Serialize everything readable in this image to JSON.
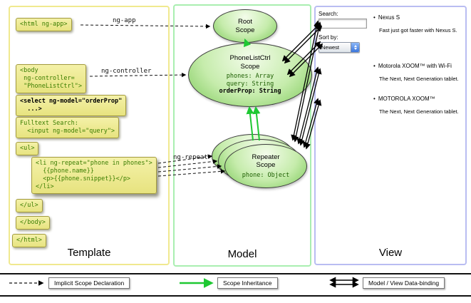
{
  "columns": {
    "template_label": "Template",
    "model_label": "Model",
    "view_label": "View"
  },
  "template_code": {
    "html_open": "<html ng-app>",
    "body_open": "<body\n ng-controller=\n \"PhoneListCtrl\">",
    "select": "<select ng-model=\"orderProp\"\n  ...>",
    "fulltext": "Fulltext Search:\n  <input ng-model=\"query\">",
    "ul_open": "<ul>",
    "li_repeat": "<li ng-repeat=\"phone in phones\">\n  {{phone.name}}\n  <p>{{phone.snippet}}</p>\n</li>",
    "ul_close": "</ul>",
    "body_close": "</body>",
    "html_close": "</html>"
  },
  "arrow_labels": {
    "ng_app": "ng-app",
    "ng_controller": "ng-controller",
    "ng_repeat": "ng-repeat"
  },
  "scopes": {
    "root": {
      "title": "Root\nScope"
    },
    "phonelist": {
      "title": "PhoneListCtrl\nScope",
      "props": "phones: Array\nquery: String",
      "bold_prop": "orderProp: String"
    },
    "repeater": {
      "title": "Repeater\nScope",
      "props": "phone: Object"
    }
  },
  "view": {
    "search_label": "Search:",
    "search_value": "",
    "sort_label": "Sort by:",
    "sort_value": "Newest",
    "phones": [
      {
        "name": "Nexus S",
        "snippet": "Fast just got faster with Nexus S."
      },
      {
        "name": "Motorola XOOM™ with Wi-Fi",
        "snippet": "The Next, Next Generation tablet."
      },
      {
        "name": "MOTOROLA XOOM™",
        "snippet": "The Next, Next Generation tablet."
      }
    ],
    "bullet": "•"
  },
  "legend": {
    "implicit": "Implicit Scope Declaration",
    "inheritance": "Scope Inheritance",
    "databinding": "Model / View Data-binding"
  },
  "colors": {
    "code_box_bg": "#eeea96",
    "code_text_green": "#3a7d00",
    "inheritance_green": "#1ec832",
    "template_border": "#f0e98f",
    "model_border": "#a9eeb0",
    "view_border": "#b9bdf2"
  }
}
